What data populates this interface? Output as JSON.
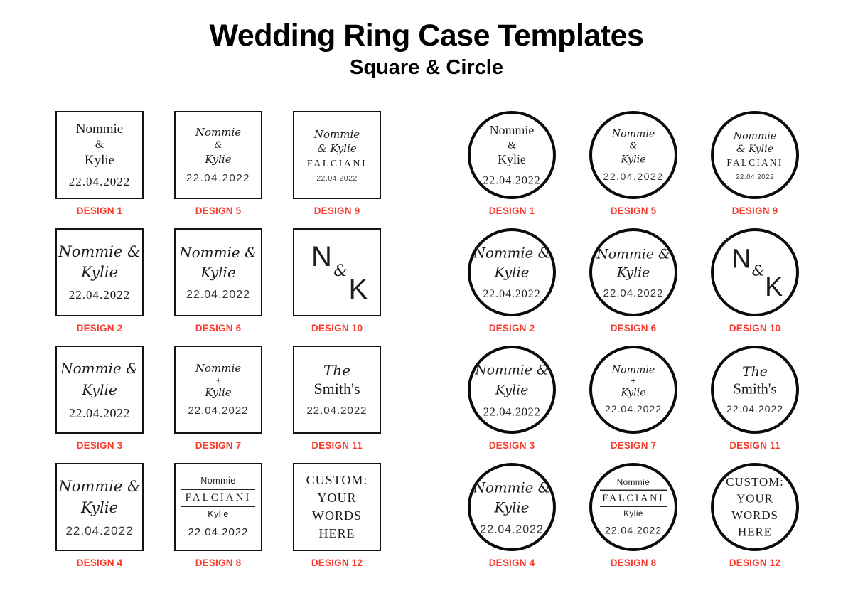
{
  "title": "Wedding Ring Case Templates",
  "subtitle": "Square & Circle",
  "colors": {
    "label": "#f73b2d",
    "border": "#0b0b0b",
    "text": "#1c1c1c"
  },
  "designs": {
    "d1": {
      "label": "DESIGN 1",
      "line1": "Nommie",
      "line2": "&",
      "line3": "Kylie",
      "date": "22.04.2022"
    },
    "d2": {
      "label": "DESIGN 2",
      "line1": "Nommie &",
      "line2": "Kylie",
      "date": "22.04.2022"
    },
    "d3": {
      "label": "DESIGN 3",
      "line1": "Nommie &",
      "line2": "Kylie",
      "date": "22.04.2022"
    },
    "d4": {
      "label": "DESIGN 4",
      "line1": "Nommie &",
      "line2": "Kylie",
      "date": "22.04.2022"
    },
    "d5": {
      "label": "DESIGN 5",
      "line1": "Nommie",
      "line2": "&",
      "line3": "Kylie",
      "date": "22.04.2022"
    },
    "d6": {
      "label": "DESIGN 6",
      "line1": "Nommie &",
      "line2": "Kylie",
      "date": "22.04.2022"
    },
    "d7": {
      "label": "DESIGN 7",
      "line1": "Nommie",
      "line2": "+",
      "line3": "Kylie",
      "date": "22.04.2022"
    },
    "d8": {
      "label": "DESIGN 8",
      "line1": "Nommie",
      "line2": "FALCIANI",
      "line3": "Kylie",
      "date": "22.04.2022"
    },
    "d9": {
      "label": "DESIGN 9",
      "line1": "Nommie",
      "line2": "& Kylie",
      "line3": "FALCIANI",
      "date": "22.04.2022"
    },
    "d10": {
      "label": "DESIGN 10",
      "letter1": "N",
      "letter2": "&",
      "letter3": "K"
    },
    "d11": {
      "label": "DESIGN 11",
      "line1": "The",
      "line2": "Smith's",
      "date": "22.04.2022"
    },
    "d12": {
      "label": "DESIGN 12",
      "line1": "CUSTOM:",
      "line2": "YOUR",
      "line3": "WORDS",
      "line4": "HERE"
    }
  }
}
